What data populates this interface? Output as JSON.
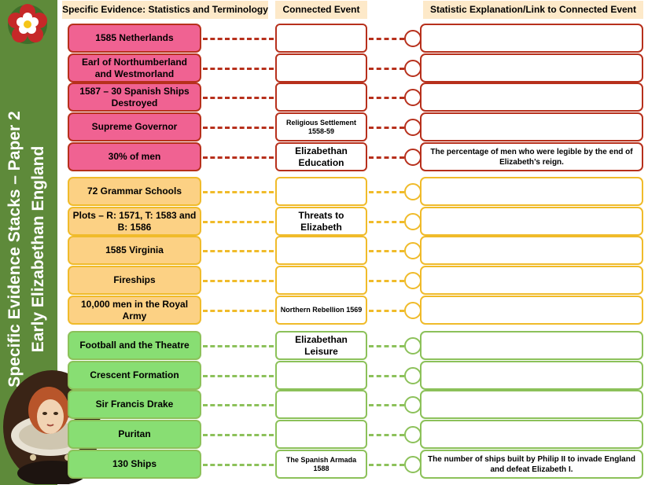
{
  "sidebar": {
    "title_line1": "Specific Evidence Stacks – Paper 2",
    "title_line2": "Early Elizabethan England"
  },
  "headers": {
    "evidence": "Specific Evidence: Statistics and Terminology",
    "event": "Connected Event",
    "explanation": "Statistic Explanation/Link to Connected Event"
  },
  "colors": {
    "red_fill": "#f06292",
    "red_border": "#b7301c",
    "amber_fill": "#fcd184",
    "amber_border": "#f0bb2a",
    "green_fill": "#88de73",
    "green_border": "#8cc15a",
    "sidebar": "#5e8a3a",
    "header_bg": "#fde9c9"
  },
  "rows": [
    {
      "group": "red",
      "evidence": "1585 Netherlands",
      "event": "",
      "explanation": ""
    },
    {
      "group": "red",
      "evidence": "Earl of Northumberland and Westmorland",
      "event": "",
      "explanation": ""
    },
    {
      "group": "red",
      "evidence": "1587 – 30 Spanish Ships Destroyed",
      "event": "",
      "explanation": ""
    },
    {
      "group": "red",
      "evidence": "Supreme Governor",
      "event": "Religious Settlement 1558-59",
      "explanation": ""
    },
    {
      "group": "red",
      "evidence": "30% of men",
      "event": "Elizabethan Education",
      "explanation": "The percentage of men who were legible by the end of Elizabeth’s reign."
    },
    {
      "group": "amber",
      "evidence": "72 Grammar Schools",
      "event": "",
      "explanation": ""
    },
    {
      "group": "amber",
      "evidence": "Plots – R: 1571, T: 1583 and B: 1586",
      "event": "Threats to Elizabeth",
      "explanation": ""
    },
    {
      "group": "amber",
      "evidence": "1585 Virginia",
      "event": "",
      "explanation": ""
    },
    {
      "group": "amber",
      "evidence": "Fireships",
      "event": "",
      "explanation": ""
    },
    {
      "group": "amber",
      "evidence": "10,000 men in the Royal Army",
      "event": "Northern Rebellion  1569",
      "explanation": ""
    },
    {
      "group": "green",
      "evidence": "Football and the Theatre",
      "event": "Elizabethan Leisure",
      "explanation": ""
    },
    {
      "group": "green",
      "evidence": "Crescent Formation",
      "event": "",
      "explanation": ""
    },
    {
      "group": "green",
      "evidence": "Sir Francis Drake",
      "event": "",
      "explanation": ""
    },
    {
      "group": "green",
      "evidence": "Puritan",
      "event": "",
      "explanation": ""
    },
    {
      "group": "green",
      "evidence": "130 Ships",
      "event": "The Spanish Armada 1588",
      "explanation": "The number of ships built by Philip II to invade England and defeat Elizabeth I."
    }
  ]
}
